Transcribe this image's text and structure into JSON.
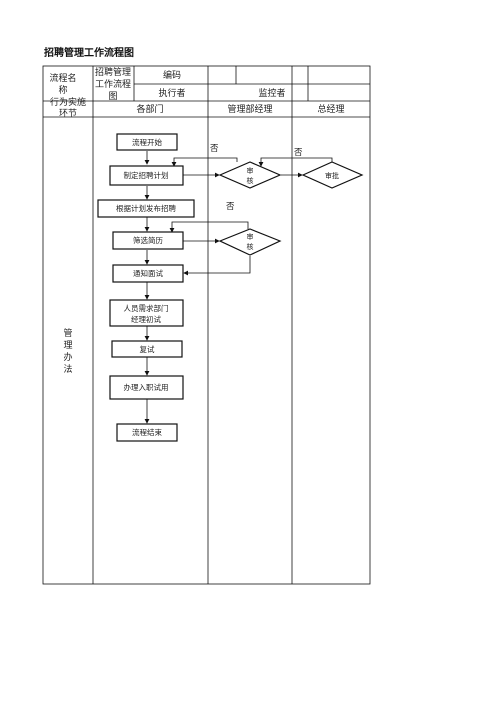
{
  "title": "招聘管理工作流程图",
  "header": {
    "process_name_label_1": "流程名",
    "process_name_label_2": "称",
    "process_name_value_1": "招聘管理",
    "process_name_value_2": "工作流程",
    "process_name_value_3": "图",
    "code_label": "编码",
    "executor_label": "执行者",
    "supervisor_label": "监控者",
    "stage_label_1": "行为实施",
    "stage_label_2": "环节",
    "col_departments": "各部门",
    "col_hr_manager": "管理部经理",
    "col_general_manager": "总经理"
  },
  "side_label": [
    "管",
    "理",
    "办",
    "法"
  ],
  "steps": {
    "start": "流程开始",
    "plan": "制定招聘计划",
    "publish": "根据计划发布招聘",
    "screen": "筛选简历",
    "notify": "通知面试",
    "interview_1": "人员需求部门",
    "interview_2": "经理初试",
    "retest": "复试",
    "onboard": "办理入职试用",
    "end": "流程结束"
  },
  "decisions": {
    "review_char_1": "审",
    "review_char_2": "核",
    "approve": "审批",
    "no": "否"
  }
}
